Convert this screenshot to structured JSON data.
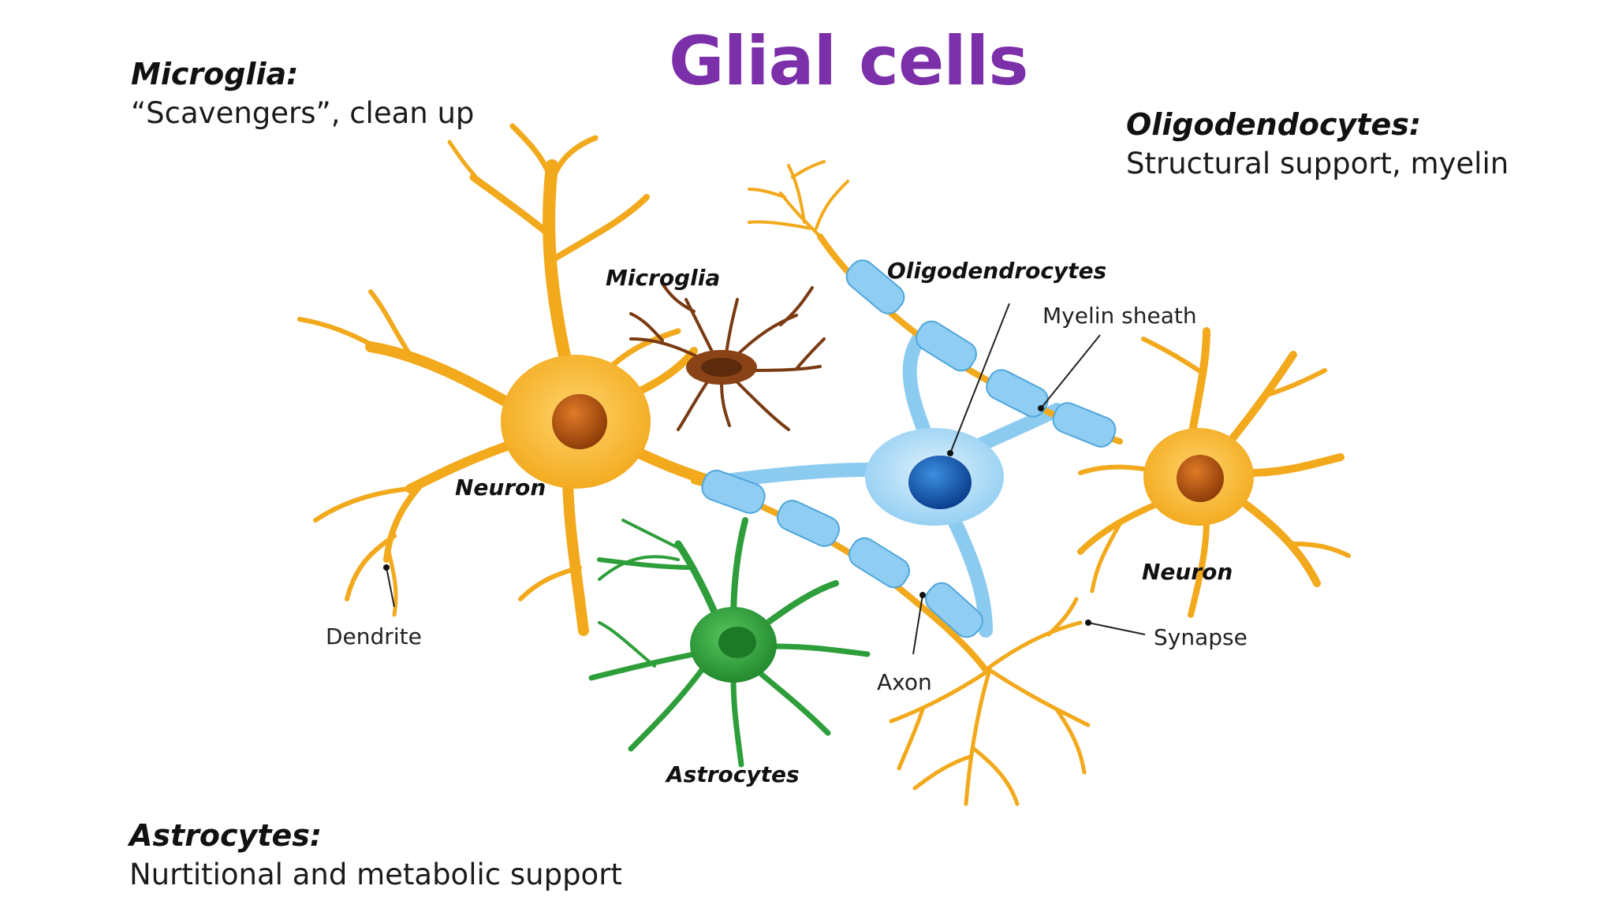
{
  "title": "Glial cells",
  "notes": {
    "microglia": {
      "title": "Microglia:",
      "desc": "“Scavengers”, clean up"
    },
    "oligodendrocytes": {
      "title": "Oligodendocytes:",
      "desc": "Structural support, myelin"
    },
    "astrocytes": {
      "title": "Astrocytes:",
      "desc": "Nurtitional and metabolic support"
    }
  },
  "diagram_labels": {
    "microglia": "Microglia",
    "oligodendrocytes": "Oligodendrocytes",
    "myelin_sheath": "Myelin sheath",
    "neuron_left": "Neuron",
    "neuron_right": "Neuron",
    "dendrite": "Dendrite",
    "axon": "Axon",
    "synapse": "Synapse",
    "astrocytes": "Astrocytes"
  },
  "colors": {
    "title": "#7b2fa8",
    "neuron": "#f4b41a",
    "neuron_nucleus": "#c0600f",
    "microglia": "#7a3a12",
    "astrocyte": "#2e9e3a",
    "oligodendrocyte": "#7ec6ef",
    "oligodendrocyte_nucleus": "#1758b8"
  }
}
